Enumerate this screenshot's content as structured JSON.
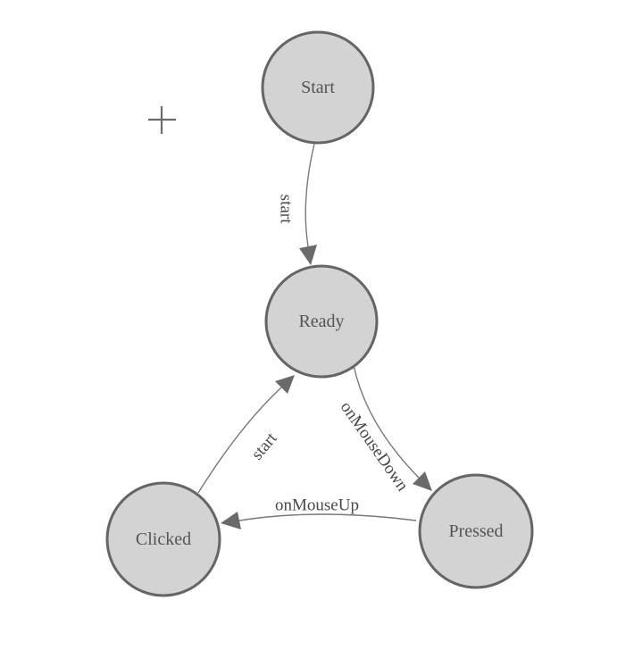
{
  "canvas": {
    "background": "#ffffff"
  },
  "cursor": {
    "type": "crosshair"
  },
  "colors": {
    "node_fill": "#d3d3d3",
    "node_border": "#656565",
    "edge_line": "#787878",
    "arrowhead": "#6a6a6a",
    "node_text": "#545454",
    "edge_text": "#48484c",
    "crosshair": "#6b6b6b"
  },
  "diagram": {
    "type": "state-machine",
    "nodes": [
      {
        "id": "start",
        "label": "Start"
      },
      {
        "id": "ready",
        "label": "Ready"
      },
      {
        "id": "clicked",
        "label": "Clicked"
      },
      {
        "id": "pressed",
        "label": "Pressed"
      }
    ],
    "edges": [
      {
        "id": "start-ready",
        "label": "start",
        "from": "Start",
        "to": "Ready"
      },
      {
        "id": "ready-pressed",
        "label": "onMouseDown",
        "from": "Ready",
        "to": "Pressed"
      },
      {
        "id": "clicked-ready",
        "label": "start",
        "from": "Clicked",
        "to": "Ready"
      },
      {
        "id": "pressed-clicked",
        "label": "onMouseUp",
        "from": "Pressed",
        "to": "Clicked"
      }
    ]
  }
}
